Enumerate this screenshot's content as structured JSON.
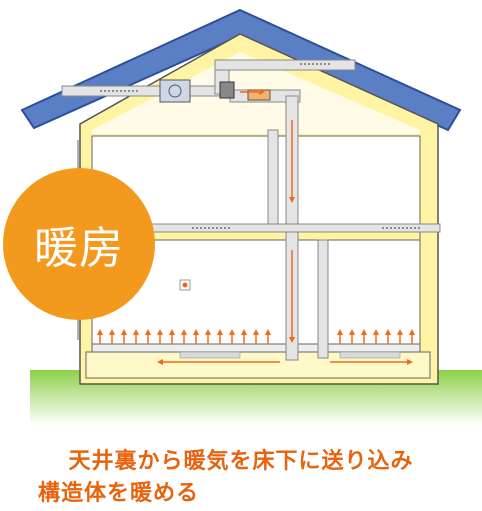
{
  "label": {
    "badge": "暖房",
    "caption_line1": "天井裏から暖気を床下に送り込み",
    "caption_line2": "構造体を暖める"
  },
  "colors": {
    "roof": "#5b7fc4",
    "roof_outline": "#2d4f9a",
    "insulation": "#fff3a4",
    "interior": "#ffffff",
    "duct": "#dfdfdf",
    "grass": "#8fd04a",
    "badge": "#f39a1e",
    "arrow": "#ef6a1b",
    "caption": "#e8630d"
  },
  "icons": [
    "fan-unit-icon",
    "heater-icon",
    "air-flow-arrow-icon",
    "small-fire-icon"
  ]
}
